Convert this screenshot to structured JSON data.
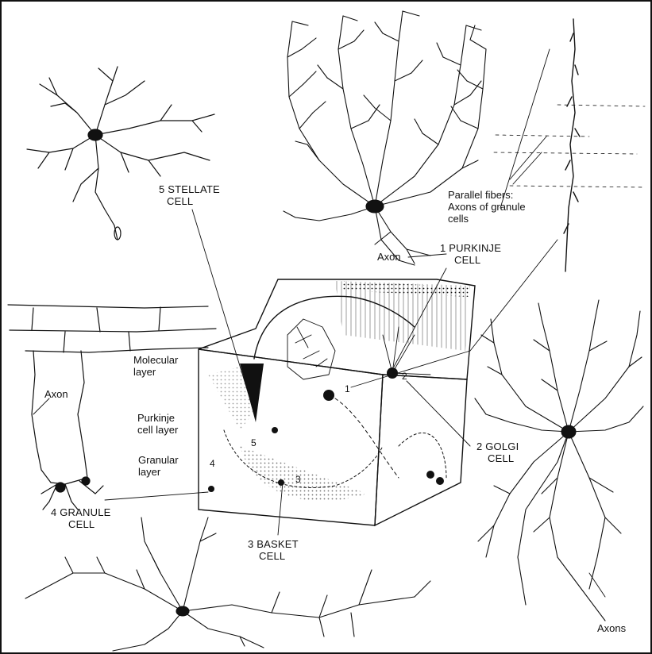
{
  "labels": {
    "stellate_title": "5 STELLATE",
    "stellate_cell": "CELL",
    "purkinje_title": "1 PURKINJE",
    "purkinje_cell": "CELL",
    "golgi_title": "2 GOLGI",
    "golgi_cell": "CELL",
    "basket_title": "3 BASKET",
    "basket_cell": "CELL",
    "granule_title": "4 GRANULE",
    "granule_cell": "CELL",
    "parallel_1": "Parallel fibers:",
    "parallel_2": "Axons of granule",
    "parallel_3": "cells",
    "axon_purkinje": "Axon",
    "axon_granule": "Axon",
    "axons_golgi": "Axons",
    "molecular_1": "Molecular",
    "molecular_2": "layer",
    "purkinje_layer_1": "Purkinje",
    "purkinje_layer_2": "cell layer",
    "granular_1": "Granular",
    "granular_2": "layer"
  },
  "block_numbers": {
    "n1": "1",
    "n2": "2",
    "n3": "3",
    "n4": "4",
    "n5": "5"
  },
  "colors": {
    "ink": "#111111",
    "background": "#ffffff"
  }
}
